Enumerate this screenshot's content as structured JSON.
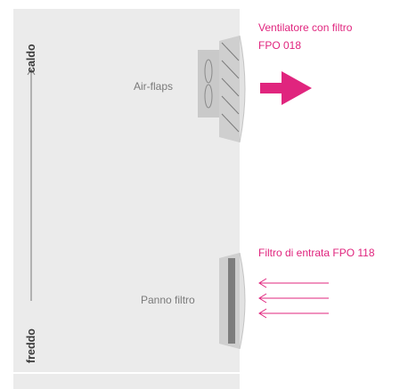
{
  "axis": {
    "top_label": "caldo",
    "bottom_label": "freddo"
  },
  "components": {
    "fan_label": "Air-flaps",
    "filter_cloth_label": "Panno filtro"
  },
  "callouts": {
    "outlet_filter_line1": "Ventilatore con filtro",
    "outlet_filter_line2": "FPO 018",
    "inlet_filter": "Filtro di entrata FPO 118"
  },
  "colors": {
    "accent": "#e0257e",
    "cabinet": "#ebebeb",
    "unit": "#cfcfcf"
  },
  "icons": {
    "fan": "fan-icon",
    "outflow": "outflow-arrow-icon",
    "inflow": "inflow-arrow-icon"
  }
}
